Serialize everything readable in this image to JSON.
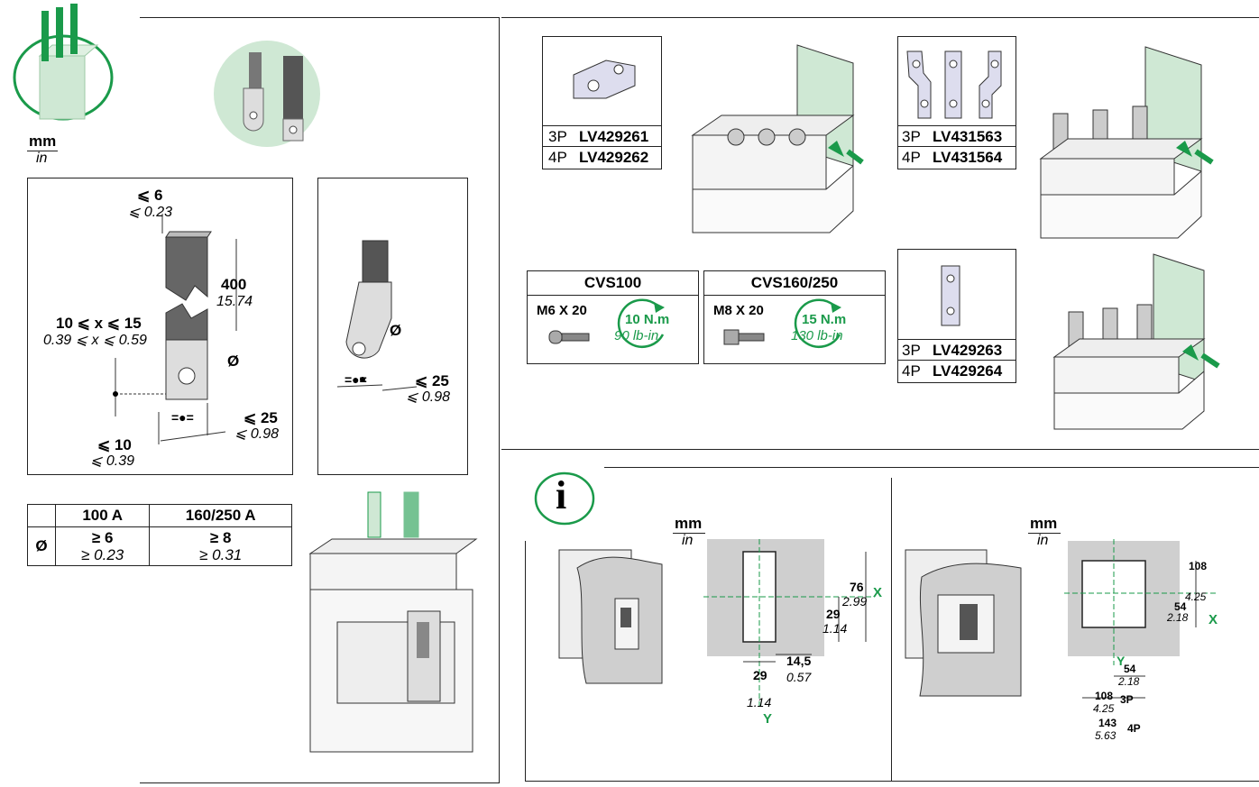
{
  "units": {
    "mm": "mm",
    "in": "in"
  },
  "busbar": {
    "thickness_mm": "⩽ 6",
    "thickness_in": "⩽ 0.23",
    "length_mm": "400",
    "length_in": "15.74",
    "width_mm": "10 ⩽ x ⩽ 15",
    "width_in": "0.39 ⩽ x ⩽ 0.59",
    "hole_label": "Ø",
    "edge_mm": "⩽ 10",
    "edge_in": "⩽ 0.39",
    "span_mm": "⩽ 25",
    "span_in": "⩽ 0.98",
    "equal": "=●="
  },
  "lug": {
    "hole_label": "Ø",
    "span_mm": "⩽ 25",
    "span_in": "⩽ 0.98",
    "equal": "=●="
  },
  "hole_table": {
    "headers": [
      "100 A",
      "160/250 A"
    ],
    "row_label": "Ø",
    "mm": [
      "≥ 6",
      "≥ 8"
    ],
    "in": [
      "≥ 0.23",
      "≥ 0.31"
    ]
  },
  "accessories": {
    "item1": [
      {
        "poles": "3P",
        "ref": "LV429261"
      },
      {
        "poles": "4P",
        "ref": "LV429262"
      }
    ],
    "item2": [
      {
        "poles": "3P",
        "ref": "LV431563"
      },
      {
        "poles": "4P",
        "ref": "LV431564"
      }
    ],
    "item3": [
      {
        "poles": "3P",
        "ref": "LV429263"
      },
      {
        "poles": "4P",
        "ref": "LV429264"
      }
    ]
  },
  "torque": {
    "cvs100": {
      "title": "CVS100",
      "screw": "M6 X 20",
      "nm": "10 N.m",
      "lbin": "90 lb-in"
    },
    "cvs160": {
      "title": "CVS160/250",
      "screw": "M8 X 20",
      "nm": "15 N.m",
      "lbin": "130 lb-in"
    }
  },
  "info_icon": "i",
  "cutout_a": {
    "h_mm": "76",
    "h_in": "2.99",
    "half_mm": "29",
    "half_in": "1.14",
    "w_mm": "29",
    "w_in": "1.14",
    "off_mm": "14,5",
    "off_in": "0.57",
    "x": "X",
    "y": "Y"
  },
  "cutout_b": {
    "h_mm": "108",
    "h_in": "4.25",
    "half_mm": "54",
    "half_in": "2.18",
    "w_half_mm": "54",
    "w_half_in": "2.18",
    "w3_mm": "108",
    "w3_in": "4.25",
    "w3_label": "3P",
    "w4_mm": "143",
    "w4_in": "5.63",
    "w4_label": "4P",
    "x": "X",
    "y": "Y"
  },
  "colors": {
    "accent_green": "#1a9a4a",
    "panel_grey": "#cfcfcf",
    "part_green": "#cfe8d4"
  }
}
